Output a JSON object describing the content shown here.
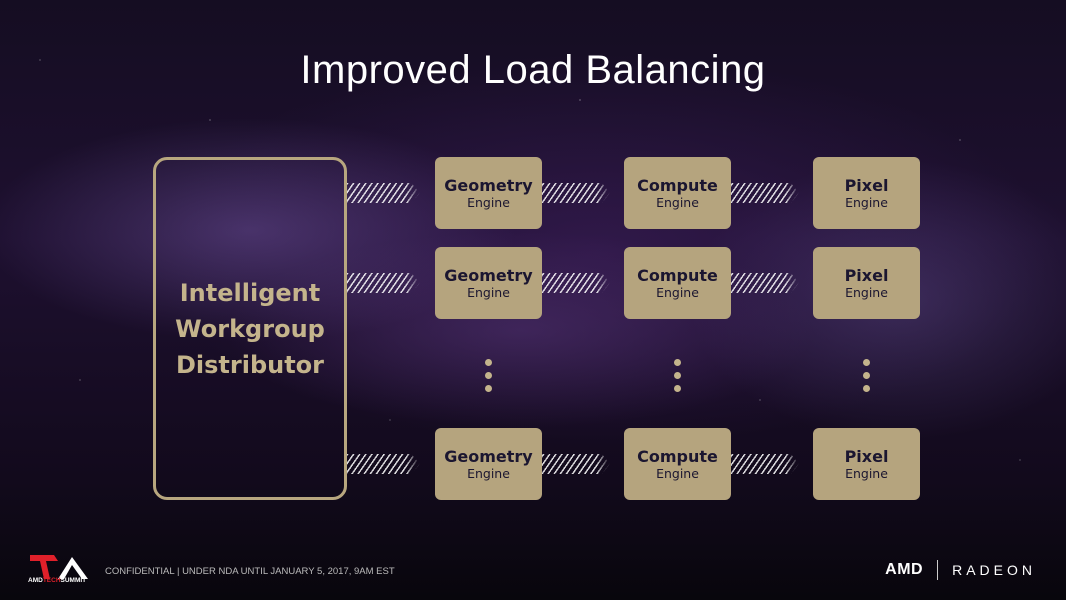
{
  "title": "Improved Load Balancing",
  "distributor": {
    "label": "Intelligent\nWorkgroup\nDistributor"
  },
  "columns": [
    {
      "name": "Geometry",
      "sub": "Engine"
    },
    {
      "name": "Compute",
      "sub": "Engine"
    },
    {
      "name": "Pixel",
      "sub": "Engine"
    }
  ],
  "footer": {
    "confidential": "CONFIDENTIAL | UNDER NDA UNTIL JANUARY 5, 2017, 9AM EST",
    "logo_text": "AMD TECH SUMMIT",
    "logo_text_parts": [
      "AMD",
      "TECH",
      "SUMMIT"
    ],
    "brand_amd": "AMD",
    "brand_radeon": "RADEON"
  },
  "colors": {
    "box": "#b5a47e",
    "box_text": "#1b1630",
    "accent_red": "#e0202a"
  }
}
